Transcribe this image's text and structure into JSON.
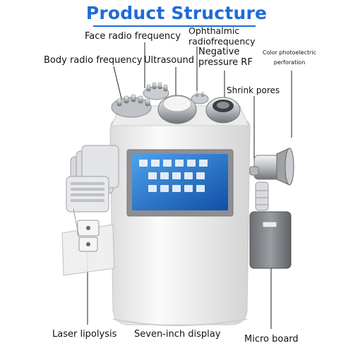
{
  "title": "Product Structure",
  "labels": {
    "face_rf": "Face radio frequency",
    "ophthalmic_rf_line1": "Ophthalmic",
    "ophthalmic_rf_line2": "radiofrequency",
    "body_rf": "Body radio frequency",
    "ultrasound": "Ultrasound",
    "negative_rf_line1": "Negative",
    "negative_rf_line2": "pressure RF",
    "color_photo_line1": "Color photoelectric",
    "color_photo_line2": "perforation",
    "shrink_pores": "Shrink pores",
    "laser_lipolysis": "Laser lipolysis",
    "seven_inch_display": "Seven-inch display",
    "micro_board": "Micro board"
  },
  "colors": {
    "title": "#1f6bd6",
    "body": "#f2f2f2",
    "screen": "#1a6ccb",
    "pad": "#7e8185"
  }
}
